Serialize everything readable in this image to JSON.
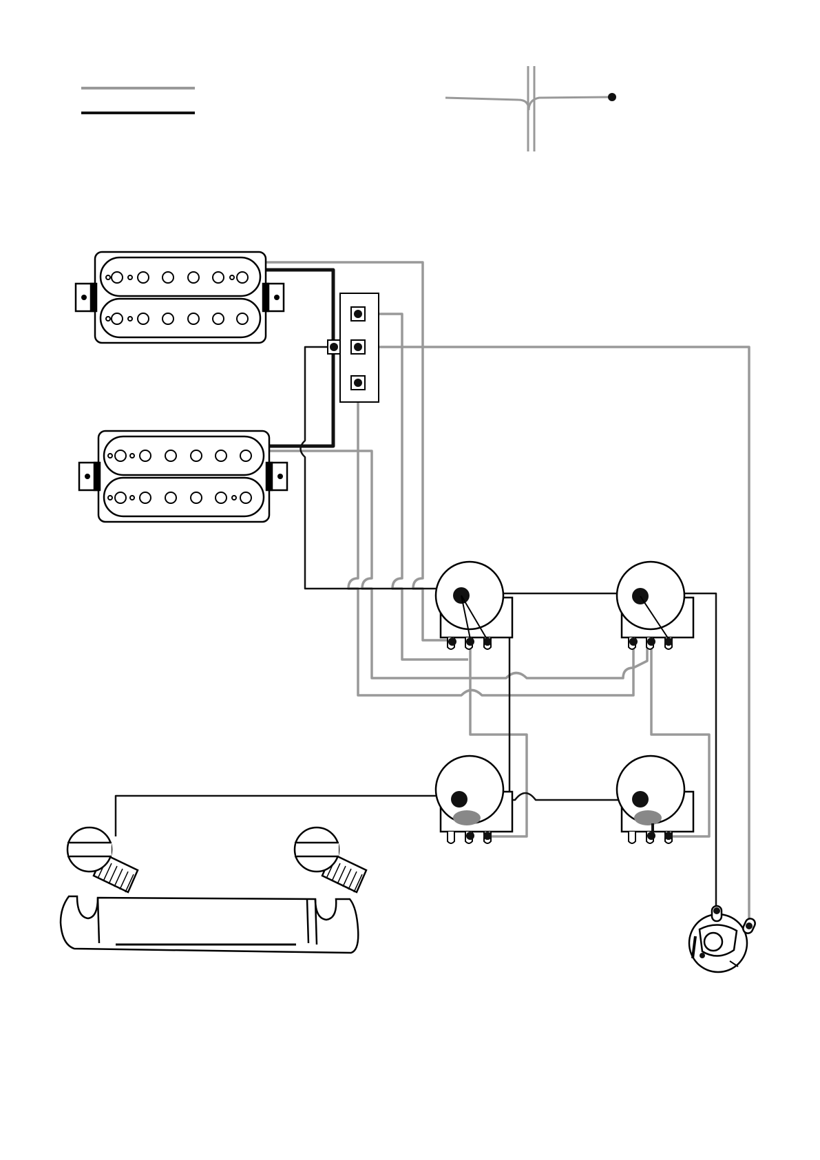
{
  "diagram": {
    "type": "wiring-diagram",
    "text": [],
    "colors": {
      "hot_wire": "#999999",
      "ground_wire": "#111111",
      "outline": "#000000",
      "background": "#ffffff"
    },
    "legend": {
      "entries": [
        {
          "style": "gray-line"
        },
        {
          "style": "black-line"
        }
      ],
      "crossing_symbol": {
        "shows": "wire-jump-over-crossing"
      }
    },
    "components": {
      "pickups": [
        {
          "id": "neck-humbucker",
          "coils": 2,
          "pole_pieces_per_coil": 6
        },
        {
          "id": "bridge-humbucker",
          "coils": 2,
          "pole_pieces_per_coil": 6
        }
      ],
      "toggle_switch": {
        "lugs": 3
      },
      "potentiometers": [
        {
          "id": "pot-top-left",
          "lugs": 3,
          "capacitor": false
        },
        {
          "id": "pot-top-right",
          "lugs": 3,
          "capacitor": false
        },
        {
          "id": "pot-bottom-left",
          "lugs": 3,
          "capacitor": true
        },
        {
          "id": "pot-bottom-right",
          "lugs": 3,
          "capacitor": true
        }
      ],
      "output_jack": {
        "lugs": 2
      },
      "bridge": {
        "type": "tune-o-matic-stud-tailpiece",
        "studs": 2
      }
    }
  }
}
